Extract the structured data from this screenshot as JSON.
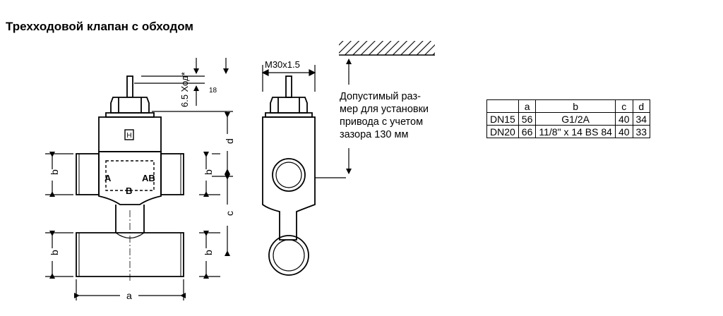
{
  "title": "Трехходовой клапан с обходом",
  "drawing": {
    "stroke_label": "6.5 Ход*",
    "dim_18": "18",
    "thread_label": "M30x1.5",
    "port_a": "A",
    "port_ab": "AB",
    "port_b": "B",
    "dim_a": "a",
    "dim_b": "b",
    "dim_c": "c",
    "dim_d": "d"
  },
  "note": {
    "lines": [
      "Допустимый раз-",
      "мер для установки",
      "привода с учетом",
      "зазора 130 мм"
    ]
  },
  "table": {
    "headers": [
      "",
      "a",
      "b",
      "c",
      "d"
    ],
    "rows": [
      [
        "DN15",
        "56",
        "G1/2A",
        "40",
        "34"
      ],
      [
        "DN20",
        "66",
        "11/8\" x 14 BS 84",
        "40",
        "33"
      ]
    ]
  }
}
